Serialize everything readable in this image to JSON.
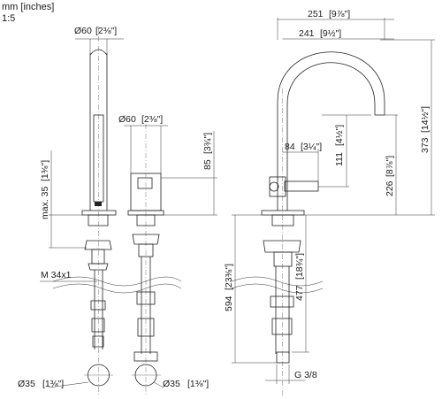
{
  "header": {
    "units": "mm [inches]",
    "scale": "1:5"
  },
  "dimensions": {
    "d60_left": "Ø60",
    "d60_left_in": "[2⅜\"]",
    "d60_mid": "Ø60",
    "d60_mid_in": "[2⅜\"]",
    "d85": "85",
    "d85_in": "[3¾\"]",
    "max35": "max. 35",
    "max35_in": "[1⅜\"]",
    "m34": "M 34x1",
    "d35a": "Ø35",
    "d35a_in": "[1⅜\"]",
    "d35b": "Ø35",
    "d35b_in": "[1⅜\"]",
    "d251": "251",
    "d251_in": "[9⅞\"]",
    "d241": "241",
    "d241_in": "[9½\"]",
    "d84": "84",
    "d84_in": "[3¼\"]",
    "d111": "111",
    "d111_in": "[4½\"]",
    "d373": "373",
    "d373_in": "[14½\"]",
    "d226": "226",
    "d226_in": "[8⅞\"]",
    "d477": "477",
    "d477_in": "[18¾\"]",
    "d594": "594",
    "d594_in": "[23⅜\"]",
    "g38": "G 3/8"
  }
}
